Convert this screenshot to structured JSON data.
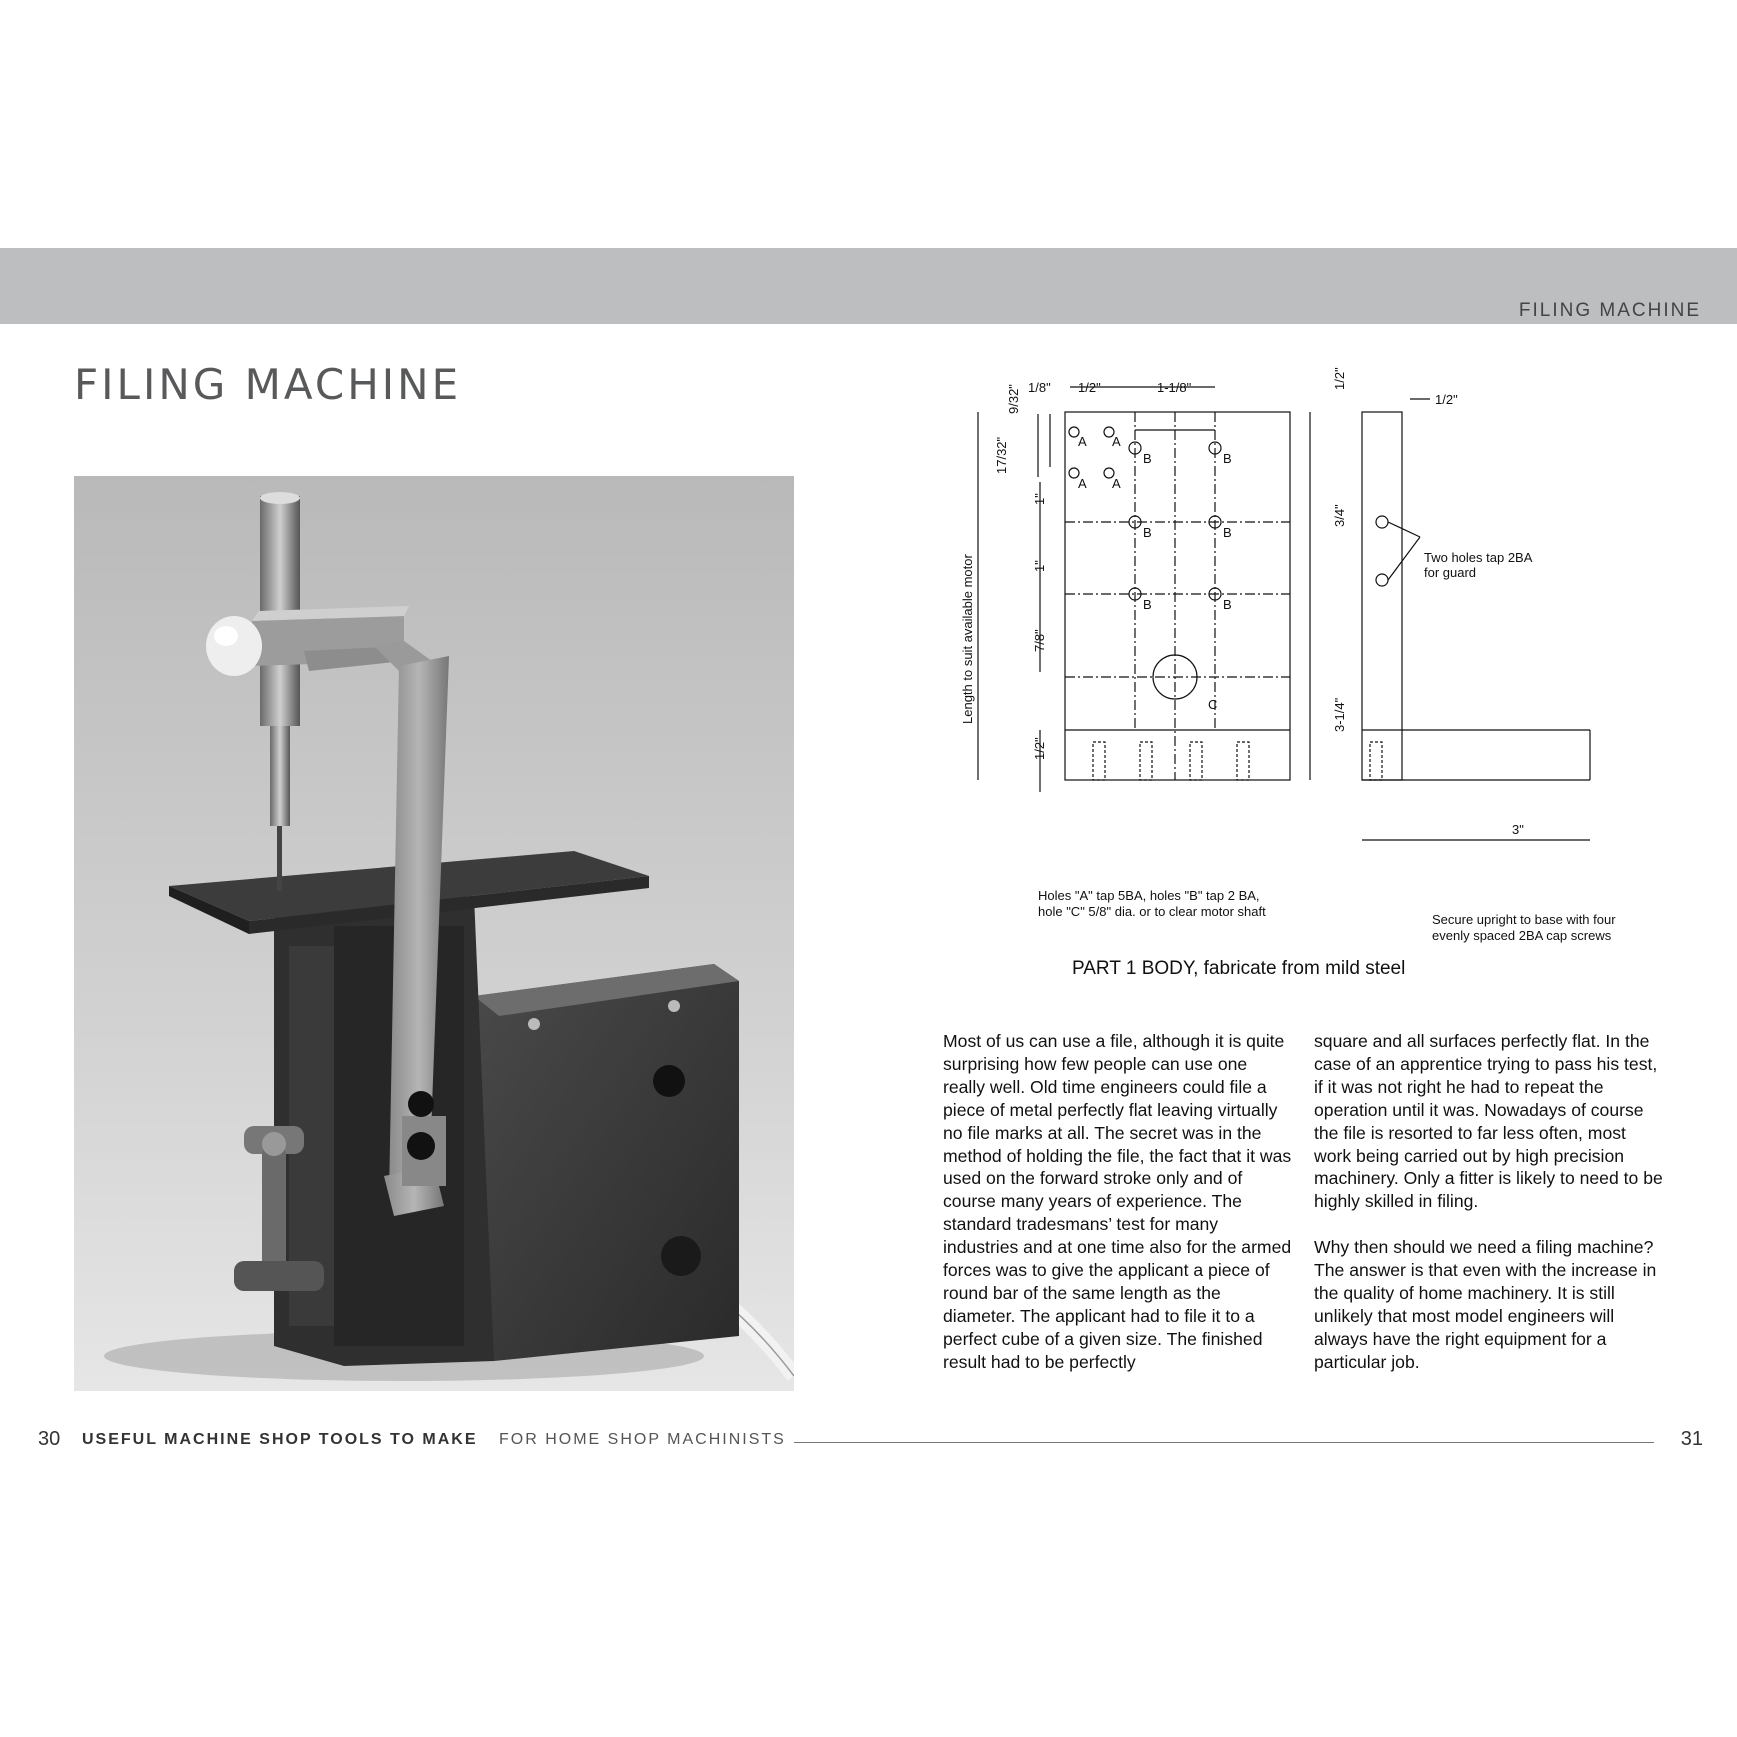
{
  "header": {
    "running_head": "FILING MACHINE"
  },
  "chapter_title": "FILING MACHINE",
  "photo": {
    "subject": "filing machine photograph"
  },
  "drawing": {
    "dims": {
      "d1": "1/8\"",
      "d2": "1/2\"",
      "d3": "1-1/8\"",
      "d4": "9/32\"",
      "d5": "17/32\"",
      "d6": "1\"",
      "d7": "1\"",
      "d8": "7/8\"",
      "d9": "1/2\"",
      "d10": "1/2\"",
      "d11": "3/4\"",
      "d12": "3-1/4\"",
      "d13": "1/2\"",
      "d14": "3\""
    },
    "labels": {
      "a": "A",
      "b": "B",
      "c": "C"
    },
    "length_label": "Length to suit available motor",
    "guard_note": [
      "Two holes tap 2BA",
      "for guard"
    ],
    "holes_note": [
      "Holes \"A\" tap 5BA, holes \"B\" tap 2 BA,",
      "hole \"C\" 5/8\" dia. or to clear motor shaft"
    ],
    "upright_note": [
      "Secure upright to base with four",
      "evenly spaced 2BA cap screws"
    ]
  },
  "caption": "PART 1  BODY, fabricate from mild steel",
  "body": {
    "col1": [
      "Most of us can use a file, although it is quite surprising how few people can use one really well. Old time engineers could file a piece of metal perfectly flat leaving virtually no file marks at all. The secret was in the method of holding the file, the fact that it was used on the forward stroke only and of course many years of experience. The standard tradesmans’ test for many industries and at one time also for the armed forces was to give the applicant a piece of round bar of the same length as the diameter. The applicant had to file it to a perfect cube of a given size. The finished result had to be perfectly"
    ],
    "col2": [
      "square and all surfaces perfectly flat. In the case of an apprentice trying to pass his test, if it was not right he had to repeat the operation until it was. Nowadays of course the file is resorted to far less often, most work being carried out by high precision machinery. Only a fitter is likely to need to be highly skilled in filing.",
      "Why then should we need a filing machine? The answer is that even with the increase in the quality of home machinery. It is still unlikely that most model engineers will always have the right equipment for a particular job."
    ]
  },
  "footer": {
    "page_left": "30",
    "book_title": "USEFUL MACHINE SHOP TOOLS TO MAKE",
    "book_subtitle": "FOR HOME SHOP MACHINISTS",
    "page_right": "31"
  }
}
